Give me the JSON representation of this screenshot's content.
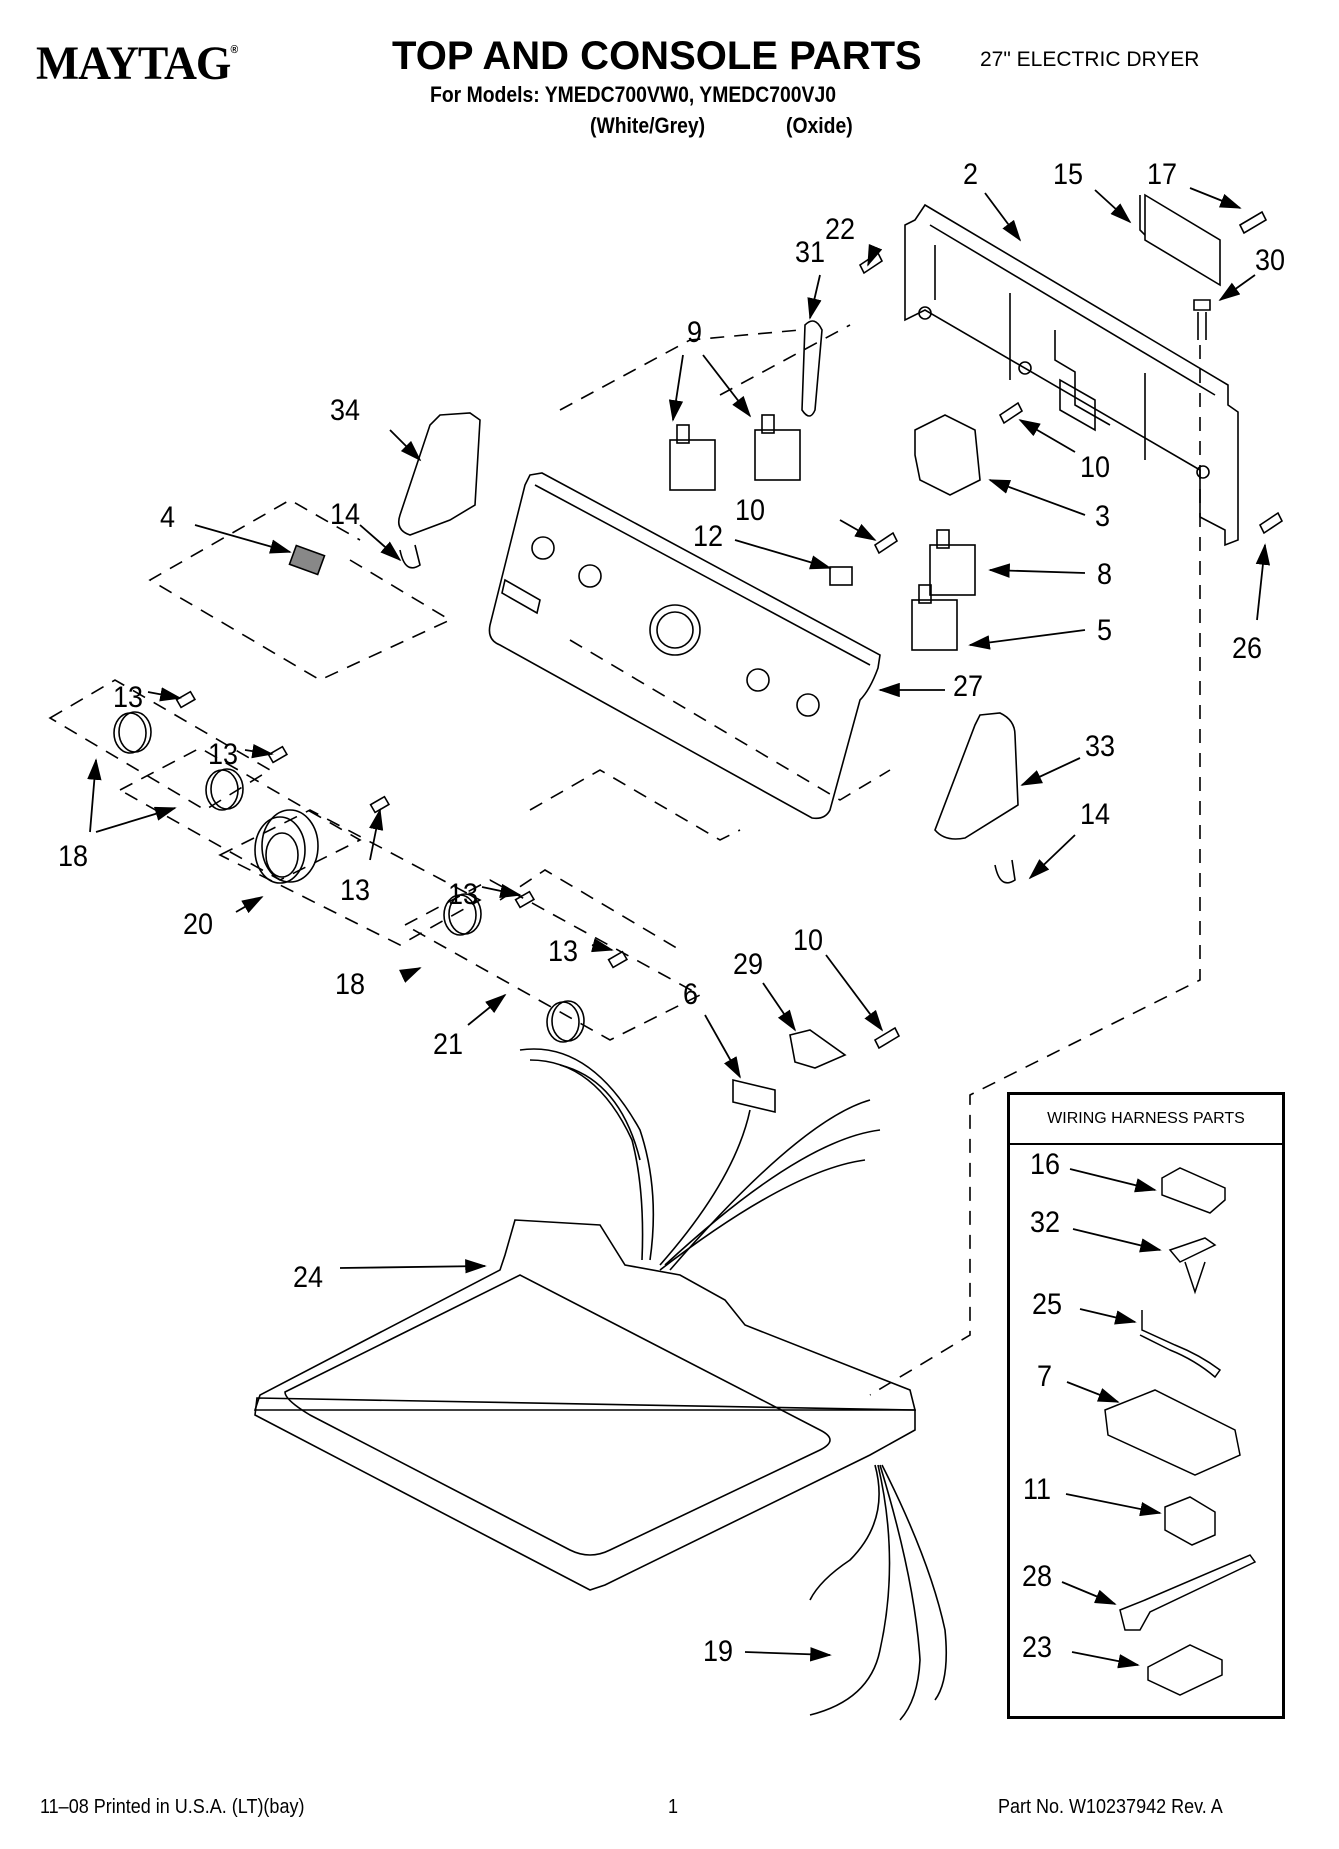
{
  "header": {
    "brand": "MAYTAG",
    "brand_mark": "®",
    "title": "TOP AND CONSOLE PARTS",
    "models_line": "For Models: YMEDC700VW0, YMEDC700VJ0",
    "variant_1": "(White/Grey)",
    "variant_2": "(Oxide)",
    "product_type": "27\" ELECTRIC DRYER"
  },
  "diagram": {
    "callouts": [
      {
        "id": "2",
        "label": "2"
      },
      {
        "id": "15",
        "label": "15"
      },
      {
        "id": "17",
        "label": "17"
      },
      {
        "id": "30",
        "label": "30"
      },
      {
        "id": "31",
        "label": "31"
      },
      {
        "id": "22",
        "label": "22"
      },
      {
        "id": "9",
        "label": "9"
      },
      {
        "id": "34",
        "label": "34"
      },
      {
        "id": "10a",
        "label": "10"
      },
      {
        "id": "3",
        "label": "3"
      },
      {
        "id": "4",
        "label": "4"
      },
      {
        "id": "14a",
        "label": "14"
      },
      {
        "id": "10b",
        "label": "10"
      },
      {
        "id": "12",
        "label": "12"
      },
      {
        "id": "8",
        "label": "8"
      },
      {
        "id": "5",
        "label": "5"
      },
      {
        "id": "26",
        "label": "26"
      },
      {
        "id": "13a",
        "label": "13"
      },
      {
        "id": "13b",
        "label": "13"
      },
      {
        "id": "27",
        "label": "27"
      },
      {
        "id": "33",
        "label": "33"
      },
      {
        "id": "18a",
        "label": "18"
      },
      {
        "id": "13c",
        "label": "13"
      },
      {
        "id": "14b",
        "label": "14"
      },
      {
        "id": "20",
        "label": "20"
      },
      {
        "id": "13d",
        "label": "13"
      },
      {
        "id": "13e",
        "label": "13"
      },
      {
        "id": "18b",
        "label": "18"
      },
      {
        "id": "10c",
        "label": "10"
      },
      {
        "id": "29",
        "label": "29"
      },
      {
        "id": "6",
        "label": "6"
      },
      {
        "id": "21",
        "label": "21"
      },
      {
        "id": "24",
        "label": "24"
      },
      {
        "id": "19",
        "label": "19"
      }
    ]
  },
  "harness_parts": {
    "title": "WIRING HARNESS PARTS",
    "items": [
      {
        "label": "16"
      },
      {
        "label": "32"
      },
      {
        "label": "25"
      },
      {
        "label": "7"
      },
      {
        "label": "11"
      },
      {
        "label": "28"
      },
      {
        "label": "23"
      }
    ]
  },
  "footer": {
    "print_info": "11–08 Printed in U.S.A. (LT)(bay)",
    "page_number": "1",
    "part_number": "Part No. W10237942 Rev. A"
  }
}
